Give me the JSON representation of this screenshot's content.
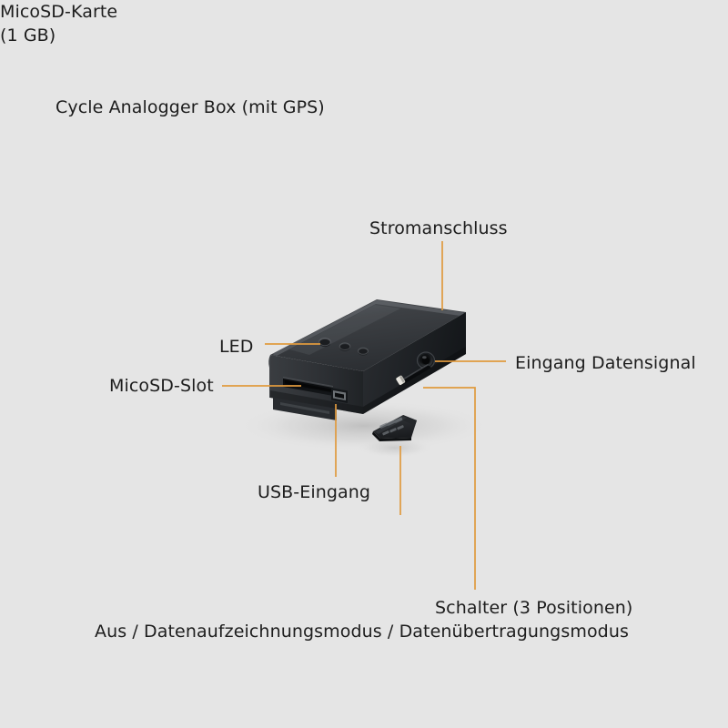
{
  "figure": {
    "background_color": "#e5e5e5",
    "leader_line_color": "#e09a3e",
    "text_color": "#1d1d1d",
    "title": "Cycle Analogger Box (mit GPS)"
  },
  "labels": {
    "title": "Cycle Analogger Box (mit GPS)",
    "power_connector": "Stromanschluss",
    "led": "LED",
    "microsd_slot": "MicoSD-Slot",
    "data_signal_input": "Eingang Datensignal",
    "usb_input": "USB-Eingang",
    "microsd_card": "MicoSD-Karte",
    "microsd_card_capacity": "(1 GB)",
    "switch": "Schalter (3 Positionen)",
    "switch_modes": "Aus / Datenaufzeichnungsmodus / Datenübertragungsmodus"
  },
  "device": {
    "name": "cycle-analogger-box",
    "body_color": "#2b2d30",
    "accessory": {
      "name": "microsd-card",
      "label": "MicoSD-Karte",
      "capacity": "1 GB",
      "body_color": "#1b1d20"
    },
    "features": [
      {
        "name": "power-connector",
        "label": "Stromanschluss"
      },
      {
        "name": "led-indicators",
        "label": "LED",
        "count": 3
      },
      {
        "name": "microsd-slot",
        "label": "MicoSD-Slot"
      },
      {
        "name": "data-signal-jack",
        "label": "Eingang Datensignal"
      },
      {
        "name": "usb-port",
        "label": "USB-Eingang"
      },
      {
        "name": "mode-switch",
        "label": "Schalter (3 Positionen)",
        "positions": 3
      }
    ]
  }
}
